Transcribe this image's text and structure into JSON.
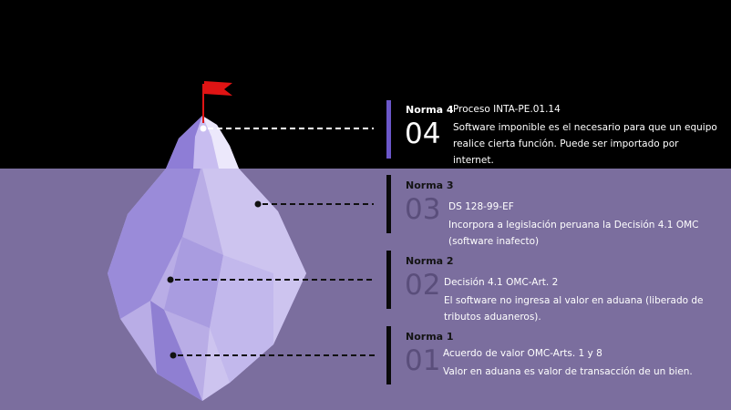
{
  "colors": {
    "sky": "#000000",
    "water": "#7b6e9e",
    "flag": "#e01414",
    "ice_light": "#d9d2f2",
    "ice_mid": "#b3a6e3",
    "ice_dark": "#9283d6",
    "accent_rule": "#6b57c9"
  },
  "icons": [
    "flag-icon",
    "iceberg-illustration"
  ],
  "norms": [
    {
      "label": "Norma 4",
      "number": "04",
      "title": "Proceso INTA-PE.01.14",
      "description": "Software imponible es el necesario para que un equipo realice cierta función. Puede ser importado por internet."
    },
    {
      "label": "Norma 3",
      "number": "03",
      "title": "DS 128-99-EF",
      "description": "Incorpora a legislación peruana la Decisión 4.1 OMC (software inafecto)"
    },
    {
      "label": "Norma 2",
      "number": "02",
      "title": "Decisión 4.1 OMC-Art. 2",
      "description": "El software no ingresa al valor en aduana (liberado de tributos aduaneros)."
    },
    {
      "label": "Norma 1",
      "number": "01",
      "title": "Acuerdo de valor OMC-Arts. 1 y 8",
      "description": "Valor en aduana es valor de transacción de un bien."
    }
  ]
}
